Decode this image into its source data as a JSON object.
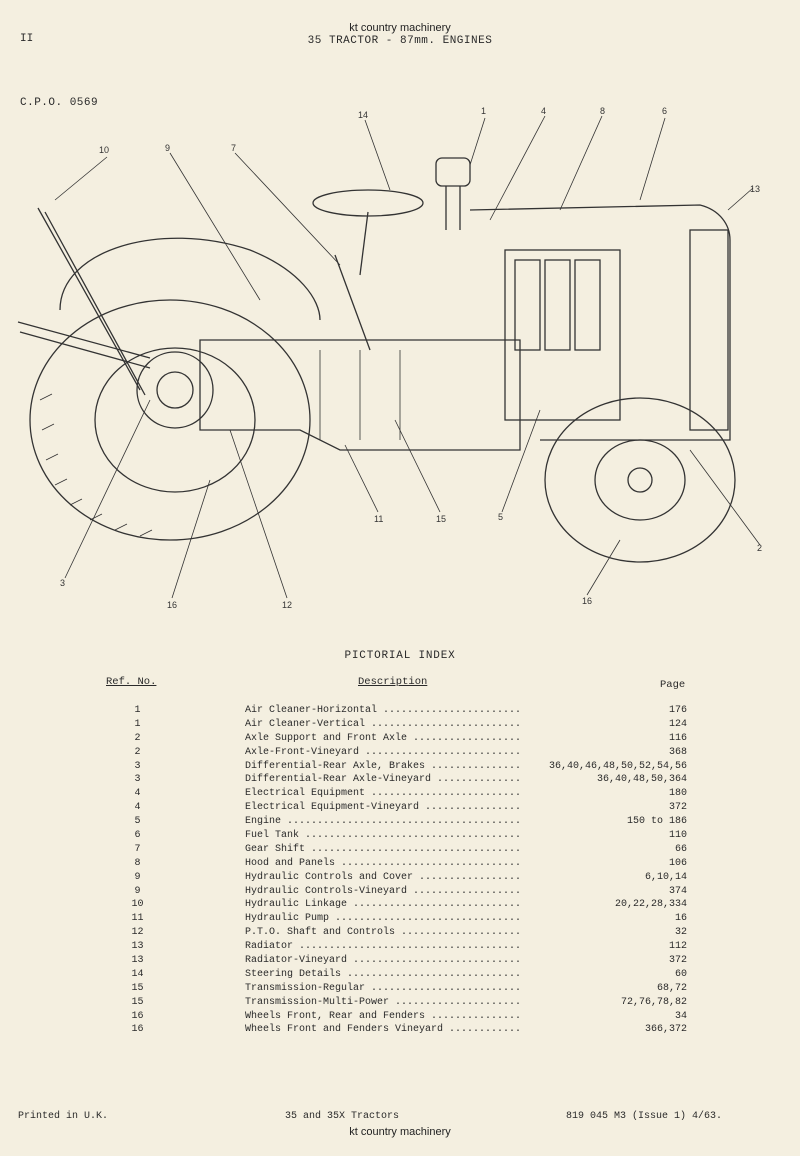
{
  "header": {
    "page_number": "II",
    "watermark": "kt country machinery",
    "title": "35 TRACTOR - 87mm. ENGINES",
    "cpo": "C.P.O. 0569"
  },
  "callouts": [
    "1",
    "2",
    "3",
    "4",
    "5",
    "6",
    "7",
    "8",
    "9",
    "10",
    "11",
    "12",
    "13",
    "14",
    "15",
    "16"
  ],
  "index": {
    "title": "PICTORIAL INDEX",
    "col_ref": "Ref. No.",
    "col_desc": "Description",
    "col_page": "Page",
    "rows": [
      {
        "ref": "1",
        "desc": "Air Cleaner-Horizontal",
        "page": "176"
      },
      {
        "ref": "1",
        "desc": "Air Cleaner-Vertical",
        "page": "124"
      },
      {
        "ref": "2",
        "desc": "Axle Support and Front Axle",
        "page": "116"
      },
      {
        "ref": "2",
        "desc": "Axle-Front-Vineyard",
        "page": "368"
      },
      {
        "ref": "3",
        "desc": "Differential-Rear Axle, Brakes",
        "page": "36,40,46,48,50,52,54,56"
      },
      {
        "ref": "3",
        "desc": "Differential-Rear Axle-Vineyard",
        "page": "36,40,48,50,364"
      },
      {
        "ref": "4",
        "desc": "Electrical Equipment",
        "page": "180"
      },
      {
        "ref": "4",
        "desc": "Electrical Equipment-Vineyard",
        "page": "372"
      },
      {
        "ref": "5",
        "desc": "Engine",
        "page": "150 to 186"
      },
      {
        "ref": "6",
        "desc": "Fuel Tank",
        "page": "110"
      },
      {
        "ref": "7",
        "desc": "Gear Shift",
        "page": "66"
      },
      {
        "ref": "8",
        "desc": "Hood and Panels",
        "page": "106"
      },
      {
        "ref": "9",
        "desc": "Hydraulic Controls and Cover",
        "page": "6,10,14"
      },
      {
        "ref": "9",
        "desc": "Hydraulic Controls-Vineyard",
        "page": "374"
      },
      {
        "ref": "10",
        "desc": "Hydraulic Linkage",
        "page": "20,22,28,334"
      },
      {
        "ref": "11",
        "desc": "Hydraulic Pump",
        "page": "16"
      },
      {
        "ref": "12",
        "desc": "P.T.O. Shaft and Controls",
        "page": "32"
      },
      {
        "ref": "13",
        "desc": "Radiator",
        "page": "112"
      },
      {
        "ref": "13",
        "desc": "Radiator-Vineyard",
        "page": "372"
      },
      {
        "ref": "14",
        "desc": "Steering Details",
        "page": "60"
      },
      {
        "ref": "15",
        "desc": "Transmission-Regular",
        "page": "68,72"
      },
      {
        "ref": "15",
        "desc": "Transmission-Multi-Power",
        "page": "72,76,78,82"
      },
      {
        "ref": "16",
        "desc": "Wheels Front, Rear and Fenders",
        "page": "34"
      },
      {
        "ref": "16",
        "desc": "Wheels Front and Fenders Vineyard",
        "page": "366,372"
      }
    ]
  },
  "footer": {
    "left": "Printed in U.K.",
    "center": "35 and 35X Tractors",
    "right": "819 045 M3 (Issue 1) 4/63.",
    "watermark": "kt country machinery"
  }
}
